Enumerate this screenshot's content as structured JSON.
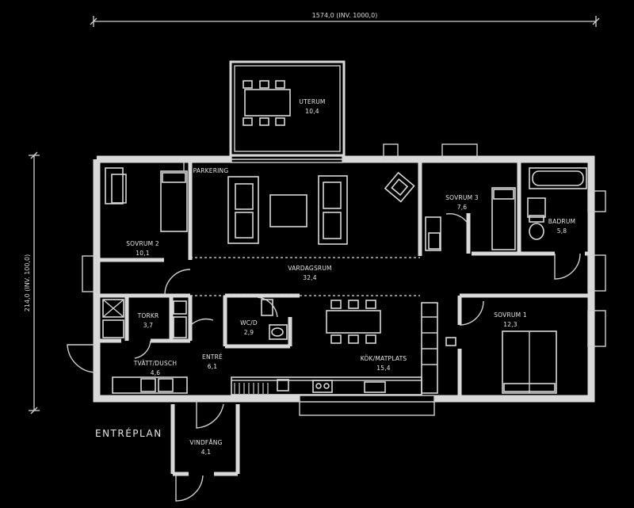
{
  "dimensions": {
    "width_label": "1574,0 (INV. 1000,0)",
    "height_label": "214,0 (INV. 100,0)"
  },
  "floor_label": "ENTRÉPLAN",
  "rooms": {
    "uterum": {
      "name": "UTERUM",
      "area": "10,4"
    },
    "sovrum2": {
      "name": "SOVRUM 2",
      "area": "10,1"
    },
    "parkering": {
      "name": "PARKERING"
    },
    "vardagsrum": {
      "name": "VARDAGSRUM",
      "area": "32,4"
    },
    "sovrum3": {
      "name": "SOVRUM 3",
      "area": "7,6"
    },
    "badrum": {
      "name": "BADRUM",
      "area": "5,8"
    },
    "torkr": {
      "name": "TORKR",
      "area": "3,7"
    },
    "wc": {
      "name": "WC/D",
      "area": "2,9"
    },
    "tvatt": {
      "name": "TVÄTT/DUSCH",
      "area": "4,6"
    },
    "entre": {
      "name": "ENTRÉ",
      "area": "6,1"
    },
    "koksmatplats": {
      "name": "KÖK/MATPLATS",
      "area": "15,4"
    },
    "sovrum1": {
      "name": "SOVRUM 1",
      "area": "12,3"
    },
    "vindfang": {
      "name": "VINDFÅNG",
      "area": "4,1"
    }
  }
}
